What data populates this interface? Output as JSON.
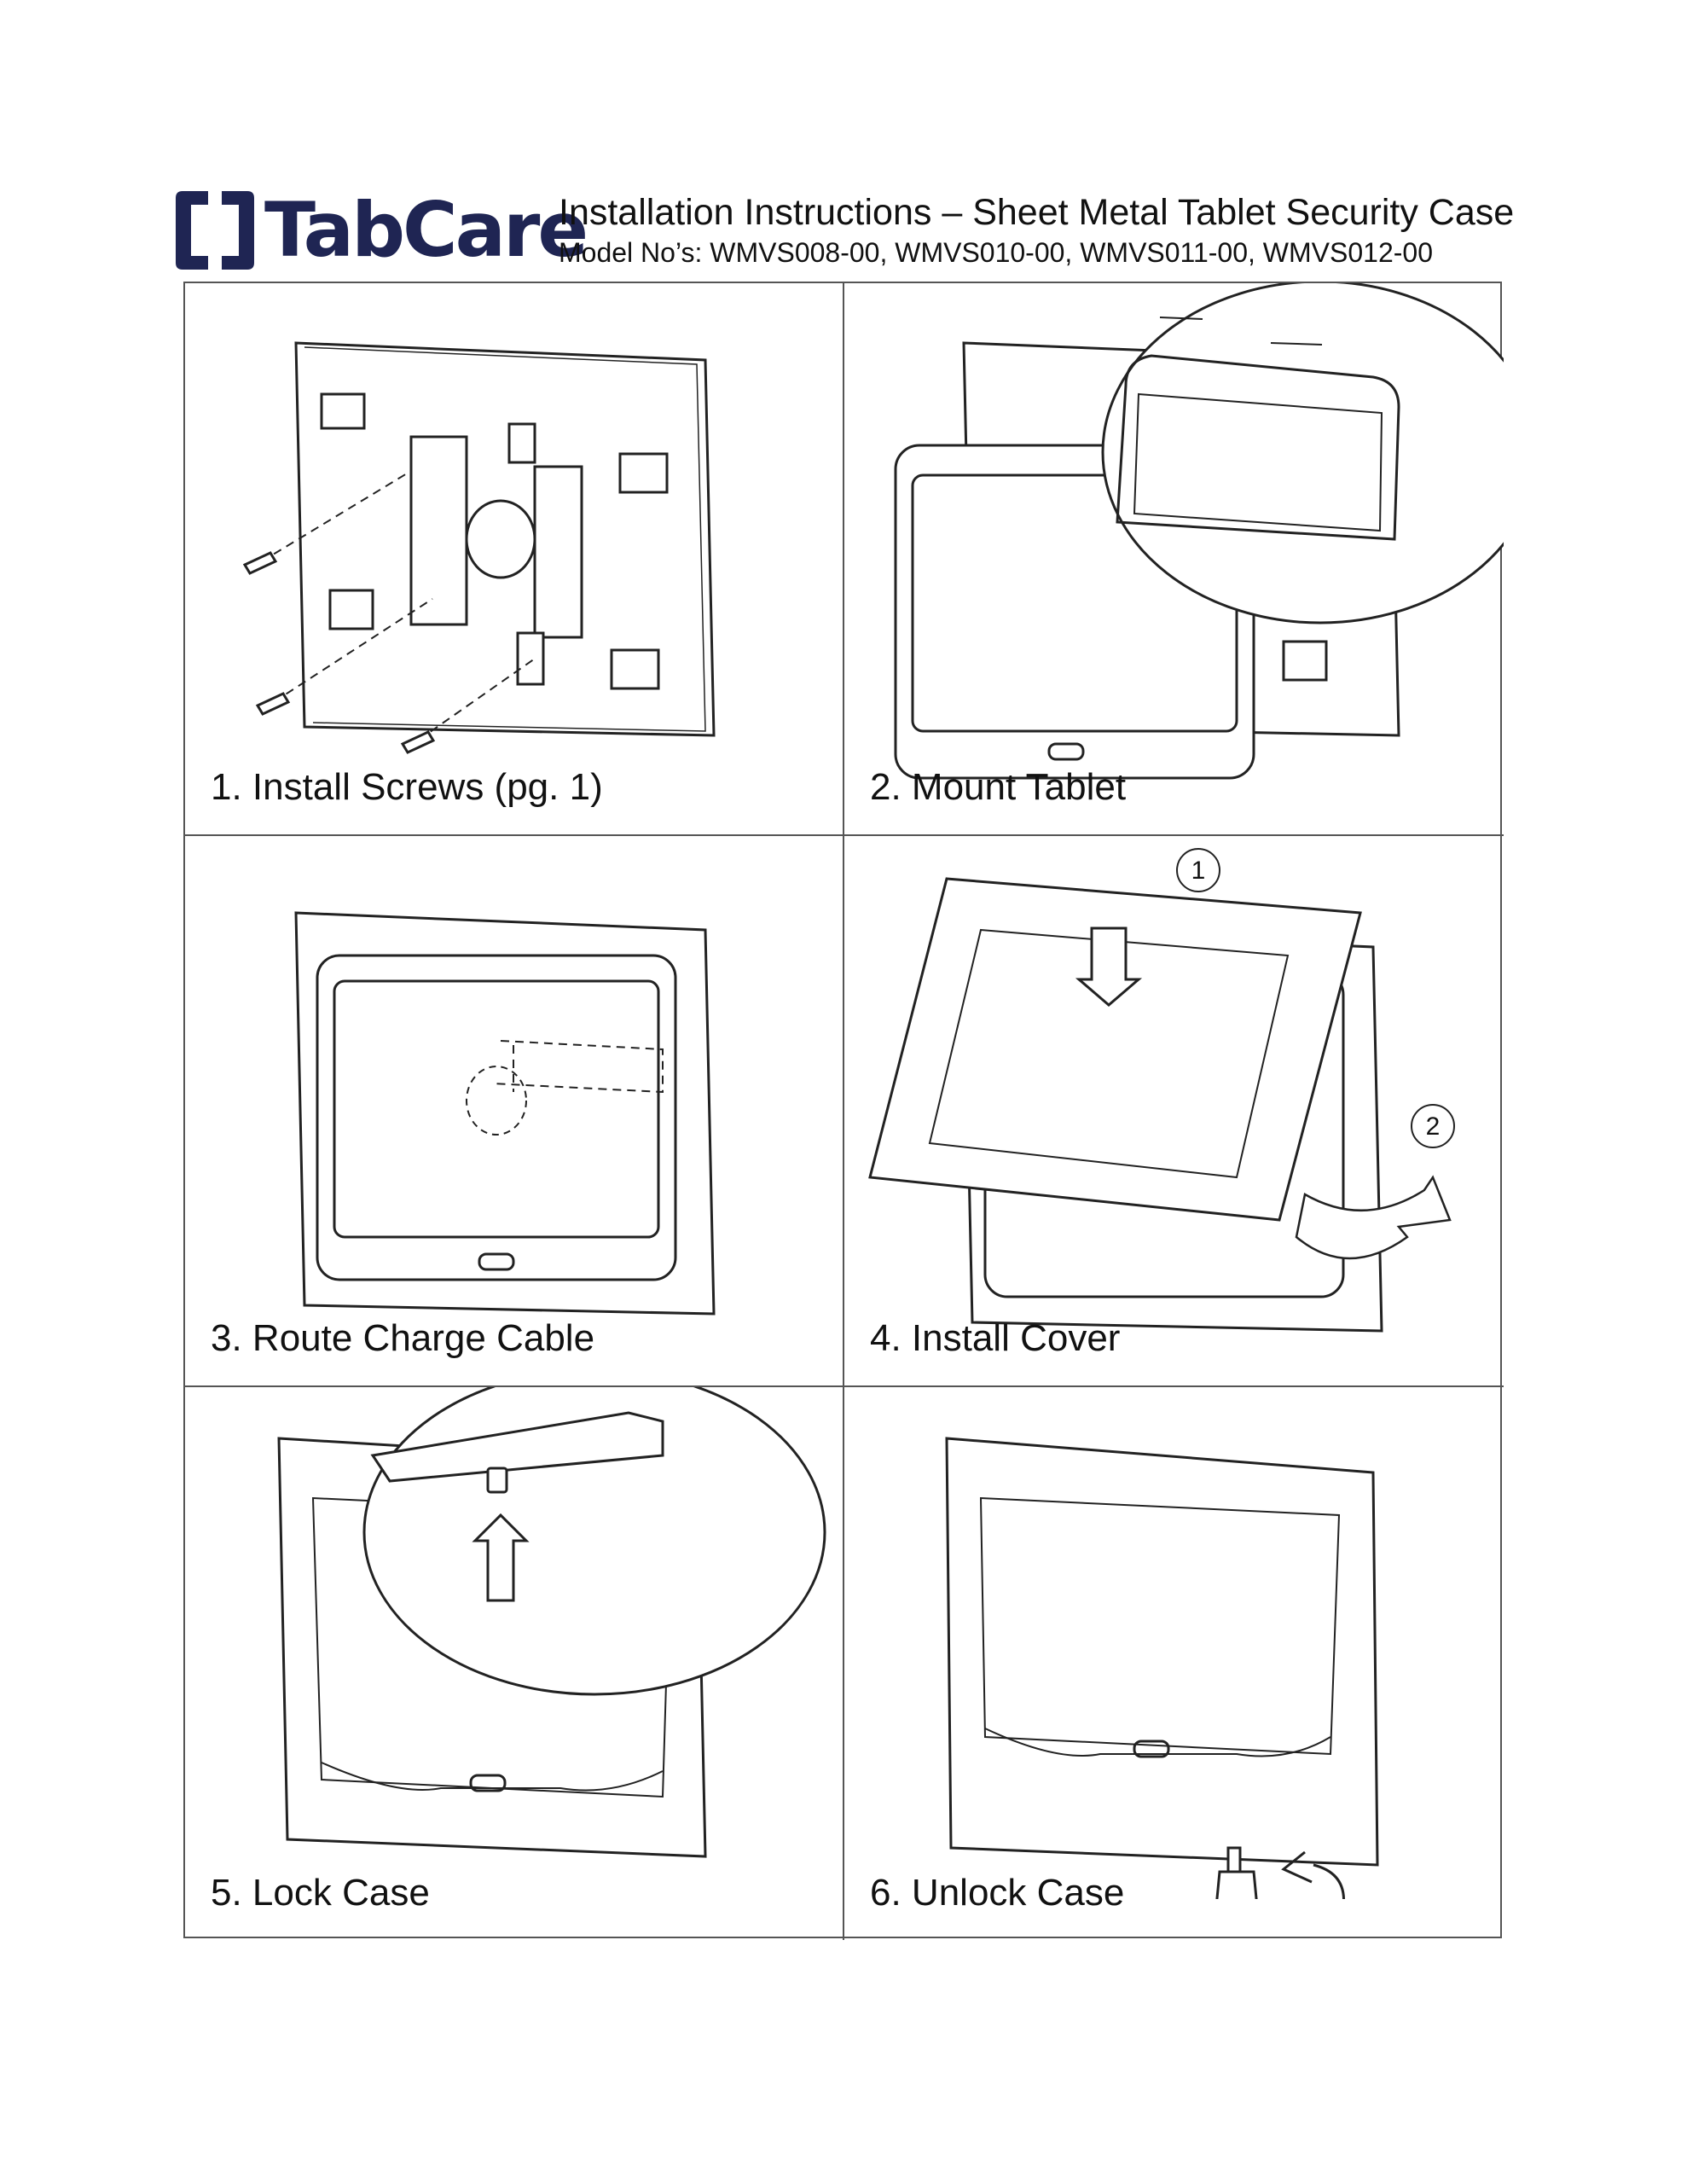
{
  "brand": {
    "name": "TabCare",
    "color": "#1f2553"
  },
  "header": {
    "title": "Installation Instructions – Sheet Metal Tablet Security Case",
    "models": "Model No’s: WMVS008-00, WMVS010-00, WMVS011-00, WMVS012-00"
  },
  "steps": [
    {
      "caption": "1. Install Screws (pg. 1)"
    },
    {
      "caption": "2. Mount Tablet"
    },
    {
      "caption": "3. Route Charge Cable"
    },
    {
      "caption": "4. Install Cover",
      "callouts": [
        "1",
        "2"
      ]
    },
    {
      "caption": "5. Lock Case"
    },
    {
      "caption": "6. Unlock Case"
    }
  ]
}
